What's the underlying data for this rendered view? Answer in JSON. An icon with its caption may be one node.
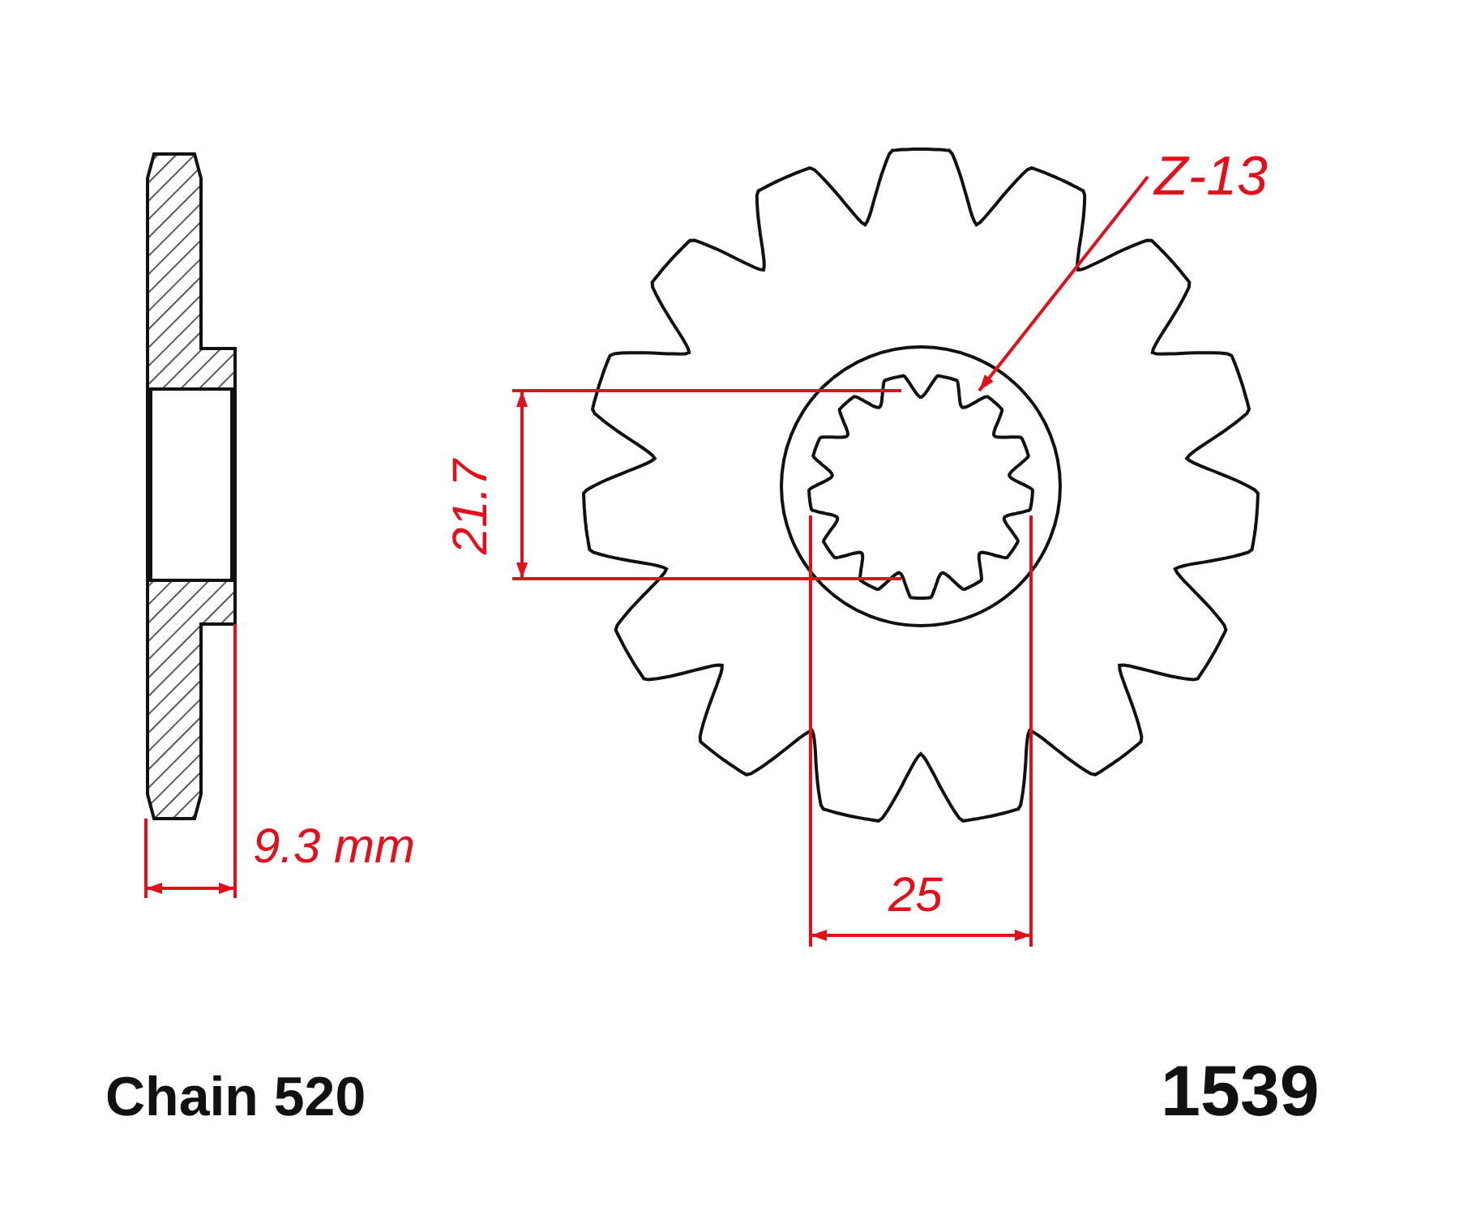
{
  "diagram": {
    "nodes": [
      {
        "text": [
          "Z-13"
        ]
      },
      {
        "text": [],
        "shape": "picture"
      }
    ],
    "edges": [
      {
        "from": 0,
        "to": 1,
        "arrow": "to"
      }
    ],
    "labels": [
      "21.7",
      "25",
      "9.3 mm",
      "Chain 520",
      "1539"
    ]
  }
}
